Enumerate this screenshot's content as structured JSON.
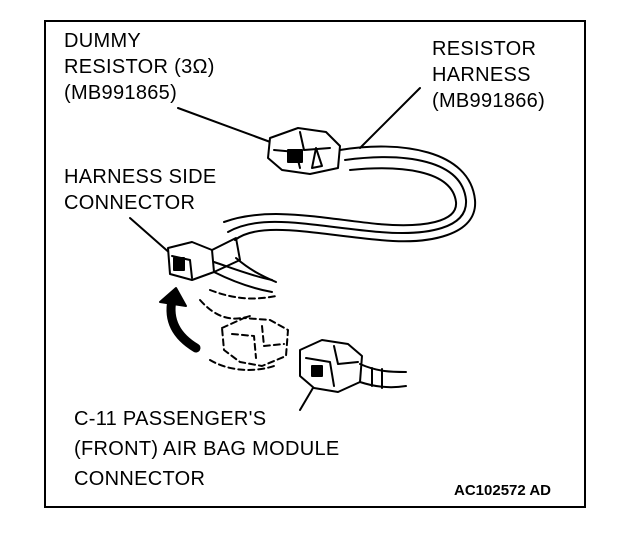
{
  "labels": {
    "dummy_resistor": [
      "DUMMY",
      "RESISTOR (3Ω)",
      "(MB991865)"
    ],
    "resistor_harness": [
      "RESISTOR",
      "HARNESS",
      "(MB991866)"
    ],
    "harness_side_connector": [
      "HARNESS SIDE",
      "CONNECTOR"
    ],
    "airbag_connector": [
      "C-11 PASSENGER'S",
      "(FRONT) AIR BAG MODULE",
      "CONNECTOR"
    ]
  },
  "figure_code": "AC102572 AD"
}
